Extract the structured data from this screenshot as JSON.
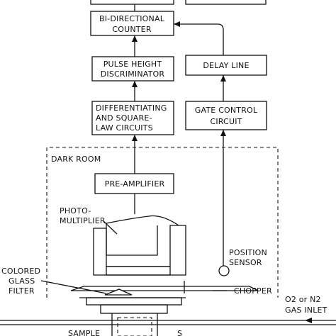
{
  "blocks": {
    "bidirectional_counter": [
      "BI-DIRECTIONAL",
      "COUNTER"
    ],
    "pulse_height_discriminator": [
      "PULSE HEIGHT",
      "DISCRIMINATOR"
    ],
    "differentiating_circuits": [
      "DIFFERENTIATING",
      "AND SQUARE-",
      "LAW CIRCUITS"
    ],
    "delay_line": "DELAY LINE",
    "gate_control": [
      "GATE CONTROL",
      "CIRCUIT"
    ],
    "pre_amplifier": "PRE-AMPLIFIER"
  },
  "labels": {
    "dark_room": "DARK ROOM",
    "photomultiplier": [
      "PHOTO-",
      "MULTIPLIER"
    ],
    "position_sensor": [
      "POSITION",
      "SENSOR"
    ],
    "colored_glass_filter": [
      "COLORED",
      "GLASS",
      "FILTER"
    ],
    "chopper": "CHOPPER",
    "gas_inlet": [
      "O2 or N2",
      "GAS INLET"
    ],
    "sample": "SAMPLE",
    "partial_text": "S"
  }
}
